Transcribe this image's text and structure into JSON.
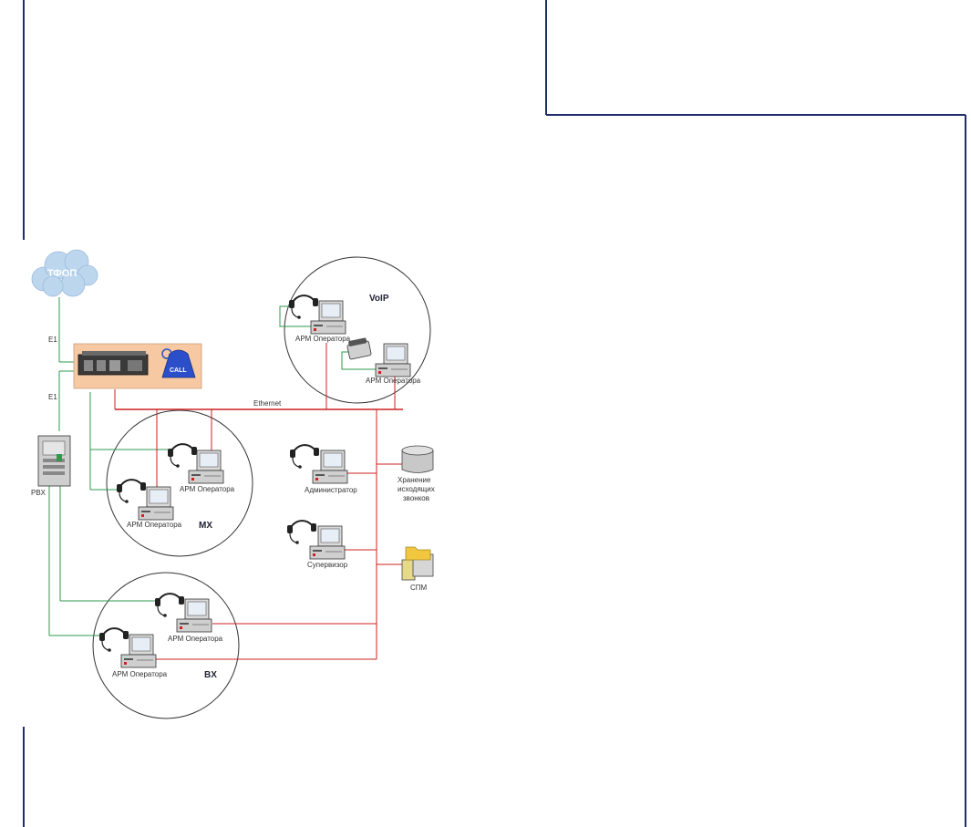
{
  "network": {
    "pstn_cloud": "ТФОП",
    "e1_top": "E1",
    "e1_bottom": "E1",
    "pbx": "PBX",
    "ethernet": "Ethernet",
    "zones": {
      "voip": "VoIP",
      "mx": "MX",
      "bx": "BX"
    },
    "workstations": {
      "voip_1": "АРМ Оператора",
      "voip_2": "АРМ Оператора",
      "mx_1": "АРМ Оператора",
      "mx_2": "АРМ Оператора",
      "bx_1": "АРМ Оператора",
      "bx_2": "АРМ Оператора",
      "admin": "Администратор",
      "supervisor": "Супервизор"
    },
    "storage": {
      "line1": "Хранение",
      "line2": "исходящих",
      "line3": "звонков"
    },
    "server": "СПМ"
  },
  "colors": {
    "frame": "#1f2d6b",
    "ethernet": "#cc2222",
    "telephony": "#2e9a4e",
    "cloud": "#bcd6ee"
  }
}
